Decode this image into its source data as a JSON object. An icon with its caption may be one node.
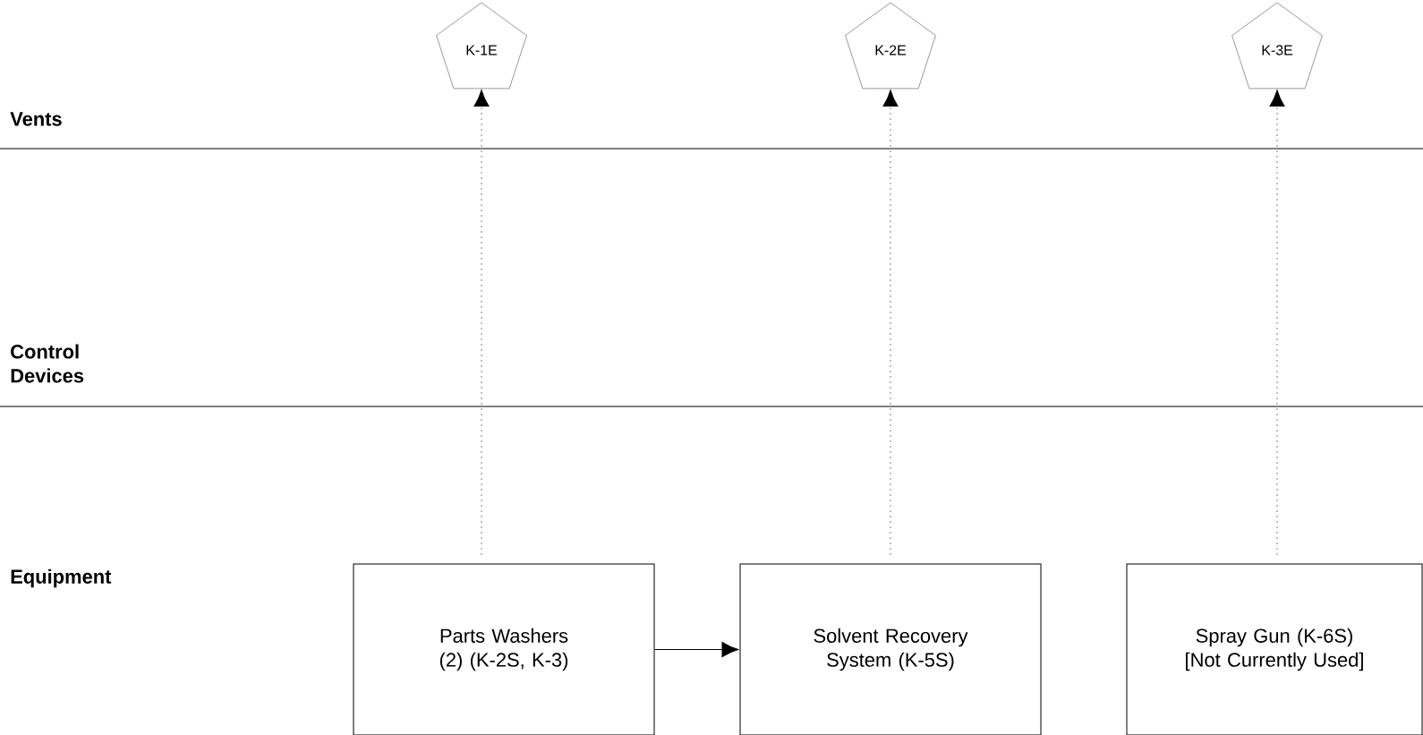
{
  "diagram": {
    "nodes": [
      {
        "text": [
          "K-1E"
        ]
      },
      {
        "text": [
          "K-2E"
        ]
      },
      {
        "text": [
          "K-3E"
        ]
      },
      {
        "text": [
          "Parts Washers (2) (K-2S, K-3)"
        ]
      },
      {
        "text": [
          "Solvent Recovery System (K-5S)"
        ]
      },
      {
        "text": [
          "Spray Gun (K-6S) [Not Currently Used]"
        ]
      }
    ],
    "edges": [
      {
        "from": 3,
        "to": 0,
        "arrow": "to",
        "style": "dashed"
      },
      {
        "from": 4,
        "to": 1,
        "arrow": "to",
        "style": "dashed"
      },
      {
        "from": 5,
        "to": 2,
        "arrow": "to",
        "style": "dashed"
      },
      {
        "from": 3,
        "to": 4,
        "arrow": "to"
      }
    ],
    "labels": [
      "Vents",
      "Control Devices",
      "Equipment"
    ]
  }
}
